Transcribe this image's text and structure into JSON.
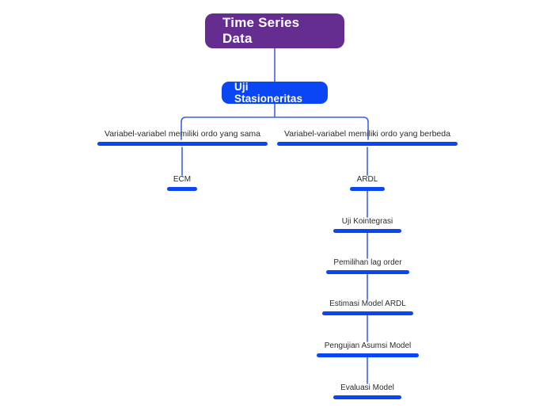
{
  "diagram": {
    "type": "flowchart",
    "title": "Time Series Data",
    "background_color": "#ffffff",
    "colors": {
      "root_fill": "#662d91",
      "node_fill": "#0b46f5",
      "connector": "#3c63e8",
      "bar": "#0b46f5",
      "label_text": "#2b2b2b",
      "node_text": "#ffffff"
    },
    "nodes": {
      "root": {
        "label": "Time Series Data"
      },
      "stationarity": {
        "label": "Uji Stasioneritas"
      },
      "branch_same": {
        "label": "Variabel-variabel memiliki ordo yang sama"
      },
      "branch_diff": {
        "label": "Variabel-variabel memiliki ordo yang berbeda"
      },
      "ecm": {
        "label": "ECM"
      },
      "ardl": {
        "label": "ARDL"
      },
      "cointegration": {
        "label": "Uji Kointegrasi"
      },
      "lag_order": {
        "label": "Pemilihan lag order"
      },
      "estimation": {
        "label": "Estimasi Model ARDL"
      },
      "assumptions": {
        "label": "Pengujian Asumsi Model"
      },
      "evaluation": {
        "label": "Evaluasi Model"
      }
    }
  }
}
